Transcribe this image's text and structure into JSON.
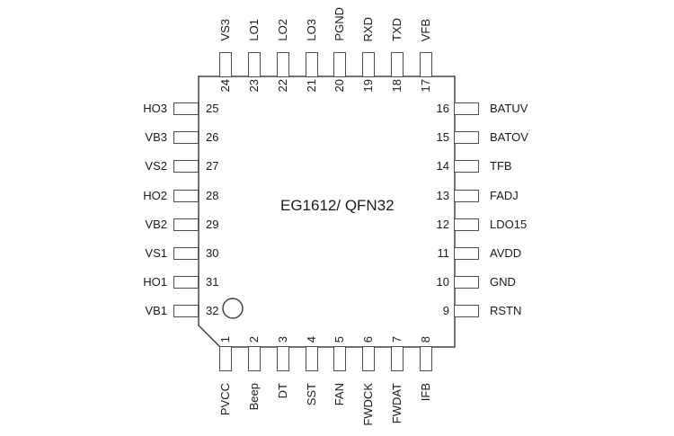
{
  "chip": {
    "title": "EG1612/ QFN32"
  },
  "pins": {
    "top": [
      {
        "num": "24",
        "name": "VS3"
      },
      {
        "num": "23",
        "name": "LO1"
      },
      {
        "num": "22",
        "name": "LO2"
      },
      {
        "num": "21",
        "name": "LO3"
      },
      {
        "num": "20",
        "name": "PGND"
      },
      {
        "num": "19",
        "name": "RXD"
      },
      {
        "num": "18",
        "name": "TXD"
      },
      {
        "num": "17",
        "name": "VFB"
      }
    ],
    "bottom": [
      {
        "num": "1",
        "name": "PVCC"
      },
      {
        "num": "2",
        "name": "Beep"
      },
      {
        "num": "3",
        "name": "DT"
      },
      {
        "num": "4",
        "name": "SST"
      },
      {
        "num": "5",
        "name": "FAN"
      },
      {
        "num": "6",
        "name": "FWDCK"
      },
      {
        "num": "7",
        "name": "FWDAT"
      },
      {
        "num": "8",
        "name": "IFB"
      }
    ],
    "left": [
      {
        "num": "25",
        "name": "HO3"
      },
      {
        "num": "26",
        "name": "VB3"
      },
      {
        "num": "27",
        "name": "VS2"
      },
      {
        "num": "28",
        "name": "HO2"
      },
      {
        "num": "29",
        "name": "VB2"
      },
      {
        "num": "30",
        "name": "VS1"
      },
      {
        "num": "31",
        "name": "HO1"
      },
      {
        "num": "32",
        "name": "VB1"
      }
    ],
    "right": [
      {
        "num": "16",
        "name": "BATUV"
      },
      {
        "num": "15",
        "name": "BATOV"
      },
      {
        "num": "14",
        "name": "TFB"
      },
      {
        "num": "13",
        "name": "FADJ"
      },
      {
        "num": "12",
        "name": "LDO15"
      },
      {
        "num": "11",
        "name": "AVDD"
      },
      {
        "num": "10",
        "name": "GND"
      },
      {
        "num": "9",
        "name": "RSTN"
      }
    ]
  },
  "colors": {
    "outline": "#444444",
    "pad_border": "#4d4d4d",
    "text": "#1a1a1a",
    "background": "#ffffff"
  }
}
